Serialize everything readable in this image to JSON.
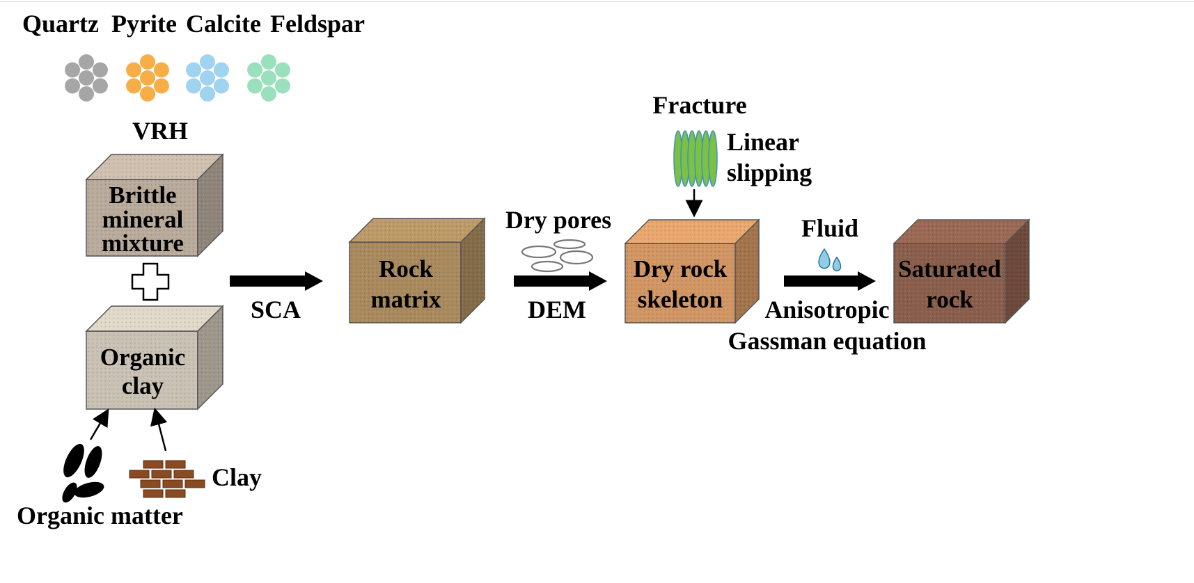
{
  "minerals": [
    {
      "name": "Quartz",
      "color": "#a6a6a6"
    },
    {
      "name": "Pyrite",
      "color": "#f7ae47"
    },
    {
      "name": "Calcite",
      "color": "#9fd3f0"
    },
    {
      "name": "Feldspar",
      "color": "#9be0bd"
    }
  ],
  "labels": {
    "vrh": "VRH",
    "sca": "SCA",
    "dry_pores": "Dry pores",
    "dem": "DEM",
    "fracture": "Fracture",
    "linear_slipping_1": "Linear",
    "linear_slipping_2": "slipping",
    "fluid": "Fluid",
    "anisotropic": "Anisotropic",
    "gassman": "Gassman equation",
    "clay": "Clay",
    "organic_matter": "Organic matter"
  },
  "boxes": {
    "brittle": {
      "lines": [
        "Brittle",
        "mineral",
        "mixture"
      ],
      "color": "#b9ab9c"
    },
    "organic_clay": {
      "lines": [
        "Organic",
        "clay"
      ],
      "color": "#c9c2b4"
    },
    "rock_matrix": {
      "lines": [
        "Rock",
        "matrix"
      ],
      "color": "#a98a5e"
    },
    "dry_rock": {
      "lines": [
        "Dry rock",
        "skeleton"
      ],
      "color": "#d19663"
    },
    "saturated": {
      "lines": [
        "Saturated",
        "rock"
      ],
      "color": "#8a5e4c"
    }
  },
  "colors": {
    "fracture": "#7cc242",
    "fracture_edge": "#3f8fc9",
    "droplet": "#8fcde6",
    "brick": "#8a4a22",
    "arrow": "#000000"
  }
}
